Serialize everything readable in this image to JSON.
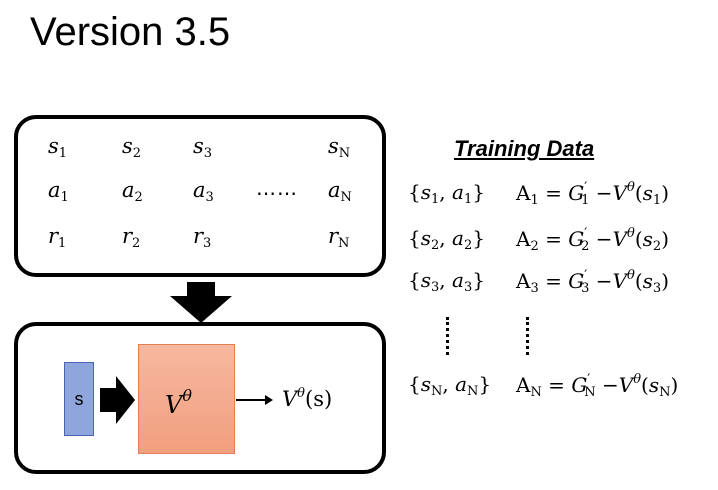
{
  "title": "Version 3.5",
  "episode": {
    "rows": [
      {
        "sym": "s",
        "subs": [
          "1",
          "2",
          "3",
          "N"
        ]
      },
      {
        "sym": "a",
        "subs": [
          "1",
          "2",
          "3",
          "N"
        ]
      },
      {
        "sym": "r",
        "subs": [
          "1",
          "2",
          "3",
          "N"
        ]
      }
    ],
    "ellipsis": "……"
  },
  "training": {
    "title": "Training Data",
    "rows": [
      {
        "pair_a": "s",
        "pair_sub": "1",
        "act": "a",
        "A_sub": "1",
        "G_sub": "1",
        "V_arg_sub": "1"
      },
      {
        "pair_a": "s",
        "pair_sub": "2",
        "act": "a",
        "A_sub": "2",
        "G_sub": "2",
        "V_arg_sub": "2"
      },
      {
        "pair_a": "s",
        "pair_sub": "3",
        "act": "a",
        "A_sub": "3",
        "G_sub": "3",
        "V_arg_sub": "3"
      },
      {
        "pair_a": "s",
        "pair_sub": "N",
        "act": "a",
        "A_sub": "N",
        "G_sub": "N",
        "V_arg_sub": "N"
      }
    ]
  },
  "network": {
    "input_label": "s",
    "name_base": "V",
    "name_sup": "θ",
    "output": "V",
    "output_sup": "θ",
    "output_arg": "(s)"
  },
  "colors": {
    "input_fill": "#8ea6dc",
    "network_fill": "#f4ac8e"
  }
}
